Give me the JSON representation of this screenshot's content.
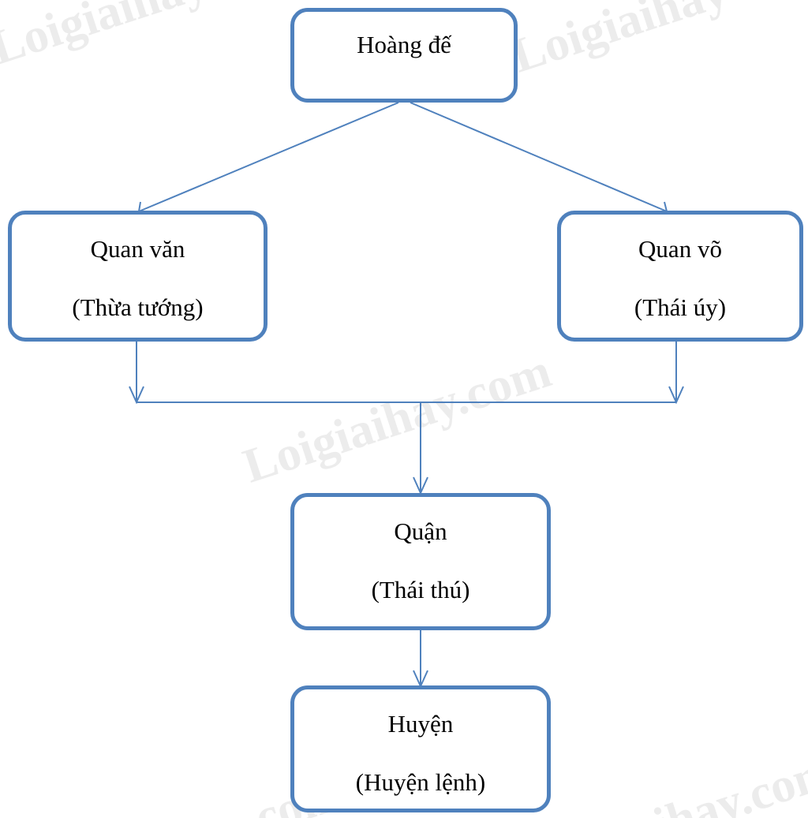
{
  "diagram": {
    "nodes": {
      "emperor": {
        "title": "Hoàng đế"
      },
      "civil": {
        "title": "Quan văn",
        "subtitle": "(Thừa tướng)"
      },
      "military": {
        "title": "Quan võ",
        "subtitle": "(Thái úy)"
      },
      "commandery": {
        "title": "Quận",
        "subtitle": "(Thái thú)"
      },
      "county": {
        "title": "Huyện",
        "subtitle": "(Huyện lệnh)"
      }
    },
    "edges": [
      {
        "from": "emperor",
        "to": "civil"
      },
      {
        "from": "emperor",
        "to": "military"
      },
      {
        "from": "civil",
        "to": "commandery"
      },
      {
        "from": "military",
        "to": "commandery"
      },
      {
        "from": "commandery",
        "to": "county"
      }
    ],
    "colors": {
      "border": "#4f81bd",
      "connector": "#4f81bd",
      "text": "#000000"
    }
  },
  "watermarks": [
    "Loigiaihay",
    "Loigiaihay",
    "Loigiaihay.com",
    ".com",
    "ihay.com"
  ]
}
